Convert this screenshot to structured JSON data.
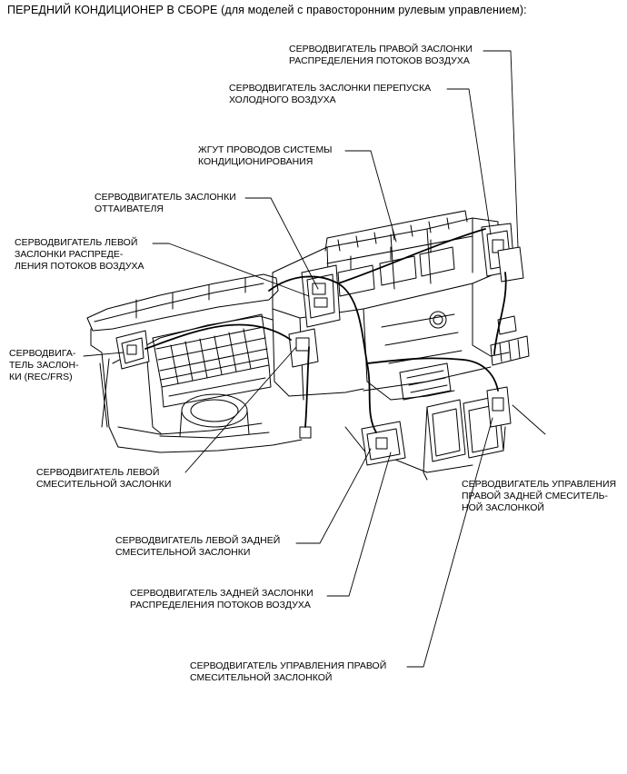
{
  "title": "ПЕРЕДНИЙ КОНДИЦИОНЕР В СБОРЕ (для моделей с правосторонним рулевым управлением):",
  "labels": {
    "right_distribution": [
      "СЕРВОДВИГАТЕЛЬ ПРАВОЙ ЗАСЛОНКИ",
      "РАСПРЕДЕЛЕНИЯ ПОТОКОВ ВОЗДУХА"
    ],
    "cold_bypass": [
      "СЕРВОДВИГАТЕЛЬ ЗАСЛОНКИ ПЕРЕПУСКА",
      "ХОЛОДНОГО ВОЗДУХА"
    ],
    "wire_harness": [
      "ЖГУТ ПРОВОДОВ СИСТЕМЫ",
      "КОНДИЦИОНИРОВАНИЯ"
    ],
    "defroster": [
      "СЕРВОДВИГАТЕЛЬ ЗАСЛОНКИ",
      "ОТТАИВАТЕЛЯ"
    ],
    "left_distribution": [
      "СЕРВОДВИГАТЕЛЬ ЛЕВОЙ",
      "ЗАСЛОНКИ РАСПРЕДЕ-",
      "ЛЕНИЯ ПОТОКОВ ВОЗДУХА"
    ],
    "rec_frs": [
      "СЕРВОДВИГА-",
      "ТЕЛЬ ЗАСЛОН-",
      "КИ (REC/FRS)"
    ],
    "left_mix": [
      "СЕРВОДВИГАТЕЛЬ ЛЕВОЙ",
      "СМЕСИТЕЛЬНОЙ ЗАСЛОНКИ"
    ],
    "rear_right_mix": [
      "СЕРВОДВИГАТЕЛЬ УПРАВЛЕНИЯ",
      "ПРАВОЙ ЗАДНЕЙ СМЕСИТЕЛЬ-",
      "НОЙ ЗАСЛОНКОЙ"
    ],
    "rear_left_mix": [
      "СЕРВОДВИГАТЕЛЬ ЛЕВОЙ ЗАДНЕЙ",
      "СМЕСИТЕЛЬНОЙ ЗАСЛОНКИ"
    ],
    "rear_distribution": [
      "СЕРВОДВИГАТЕЛЬ ЗАДНЕЙ ЗАСЛОНКИ",
      "РАСПРЕДЕЛЕНИЯ ПОТОКОВ ВОЗДУХА"
    ],
    "right_mix": [
      "СЕРВОДВИГАТЕЛЬ УПРАВЛЕНИЯ ПРАВОЙ",
      "СМЕСИТЕЛЬНОЙ ЗАСЛОНКОЙ"
    ]
  }
}
